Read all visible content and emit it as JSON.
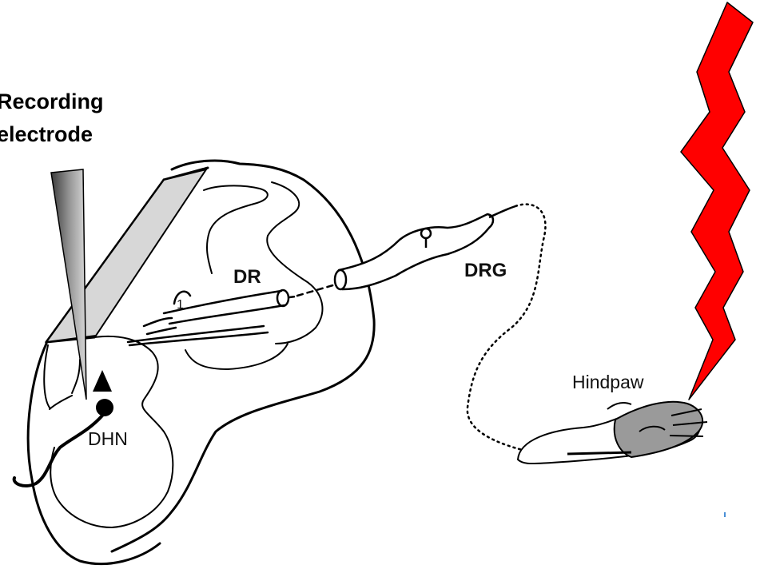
{
  "labels": {
    "electrode_line1": "Recording",
    "electrode_line2": "electrode",
    "dr": "DR",
    "drg": "DRG",
    "dhn": "DHN",
    "hindpaw": "Hindpaw",
    "lamina": "1"
  },
  "colors": {
    "stimulus": "#ff0000",
    "electrode": "#6e6e6e",
    "paw_fill": "#9a9a9a",
    "line": "#000000"
  },
  "icons": {
    "stimulus": "lightning-bolt-icon",
    "neuron": "triangle-soma-icon"
  }
}
